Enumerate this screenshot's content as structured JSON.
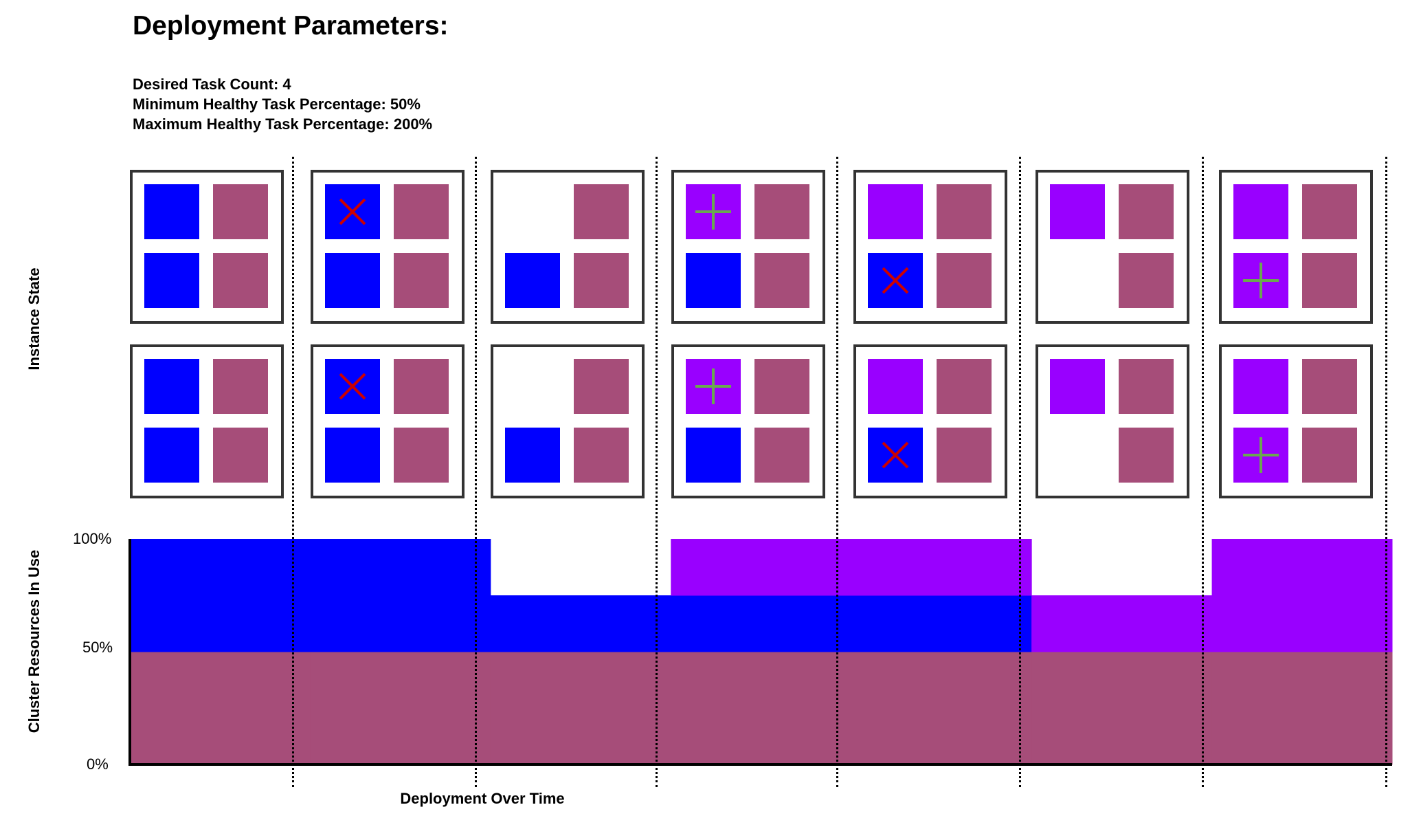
{
  "header": {
    "title": "Deployment Parameters:",
    "params": [
      "Desired Task Count: 4",
      "Minimum Healthy Task Percentage: 50%",
      "Maximum Healthy Task Percentage: 200%"
    ]
  },
  "labels": {
    "instance_state": "Instance State",
    "cluster_resources": "Cluster Resources In Use",
    "x_axis": "Deployment Over Time"
  },
  "colors": {
    "old_task": "#0000ff",
    "new_task": "#9900ff",
    "other_task": "#a64d79",
    "stop_marker": "#cc0000",
    "start_marker": "#6aa84f",
    "instance_border": "#333333"
  },
  "legend_icons": {
    "stop": "x-icon",
    "start": "plus-icon"
  },
  "instances": {
    "slot_order": [
      "top-left",
      "top-right",
      "bottom-left",
      "bottom-right"
    ],
    "steps": [
      {
        "top": [
          {
            "task": "old"
          },
          {
            "task": "other"
          },
          {
            "task": "old"
          },
          {
            "task": "other"
          }
        ],
        "bottom": [
          {
            "task": "old"
          },
          {
            "task": "other"
          },
          {
            "task": "old"
          },
          {
            "task": "other"
          }
        ]
      },
      {
        "top": [
          {
            "task": "old",
            "marker": "stop"
          },
          {
            "task": "other"
          },
          {
            "task": "old"
          },
          {
            "task": "other"
          }
        ],
        "bottom": [
          {
            "task": "old",
            "marker": "stop"
          },
          {
            "task": "other"
          },
          {
            "task": "old"
          },
          {
            "task": "other"
          }
        ]
      },
      {
        "top": [
          {
            "task": "empty"
          },
          {
            "task": "other"
          },
          {
            "task": "old"
          },
          {
            "task": "other"
          }
        ],
        "bottom": [
          {
            "task": "empty"
          },
          {
            "task": "other"
          },
          {
            "task": "old"
          },
          {
            "task": "other"
          }
        ]
      },
      {
        "top": [
          {
            "task": "new",
            "marker": "start"
          },
          {
            "task": "other"
          },
          {
            "task": "old"
          },
          {
            "task": "other"
          }
        ],
        "bottom": [
          {
            "task": "new",
            "marker": "start"
          },
          {
            "task": "other"
          },
          {
            "task": "old"
          },
          {
            "task": "other"
          }
        ]
      },
      {
        "top": [
          {
            "task": "new"
          },
          {
            "task": "other"
          },
          {
            "task": "old",
            "marker": "stop"
          },
          {
            "task": "other"
          }
        ],
        "bottom": [
          {
            "task": "new"
          },
          {
            "task": "other"
          },
          {
            "task": "old",
            "marker": "stop"
          },
          {
            "task": "other"
          }
        ]
      },
      {
        "top": [
          {
            "task": "new"
          },
          {
            "task": "other"
          },
          {
            "task": "empty"
          },
          {
            "task": "other"
          }
        ],
        "bottom": [
          {
            "task": "new"
          },
          {
            "task": "other"
          },
          {
            "task": "empty"
          },
          {
            "task": "other"
          }
        ]
      },
      {
        "top": [
          {
            "task": "new"
          },
          {
            "task": "other"
          },
          {
            "task": "new",
            "marker": "start"
          },
          {
            "task": "other"
          }
        ],
        "bottom": [
          {
            "task": "new"
          },
          {
            "task": "other"
          },
          {
            "task": "new",
            "marker": "start"
          },
          {
            "task": "other"
          }
        ]
      }
    ]
  },
  "chart_data": {
    "type": "area",
    "y_tick_labels": [
      "100%",
      "50%",
      "0%"
    ],
    "y_ticks": [
      100,
      50,
      0
    ],
    "ylim": [
      0,
      100
    ],
    "x_steps": 7,
    "series": [
      {
        "color": "#a64d79",
        "values": [
          50,
          50,
          50,
          50,
          50,
          50,
          50
        ]
      },
      {
        "color": "#0000ff",
        "values": [
          50,
          50,
          25,
          25,
          25,
          0,
          0
        ]
      },
      {
        "color": "#9900ff",
        "values": [
          0,
          0,
          0,
          25,
          25,
          25,
          50
        ]
      }
    ]
  }
}
